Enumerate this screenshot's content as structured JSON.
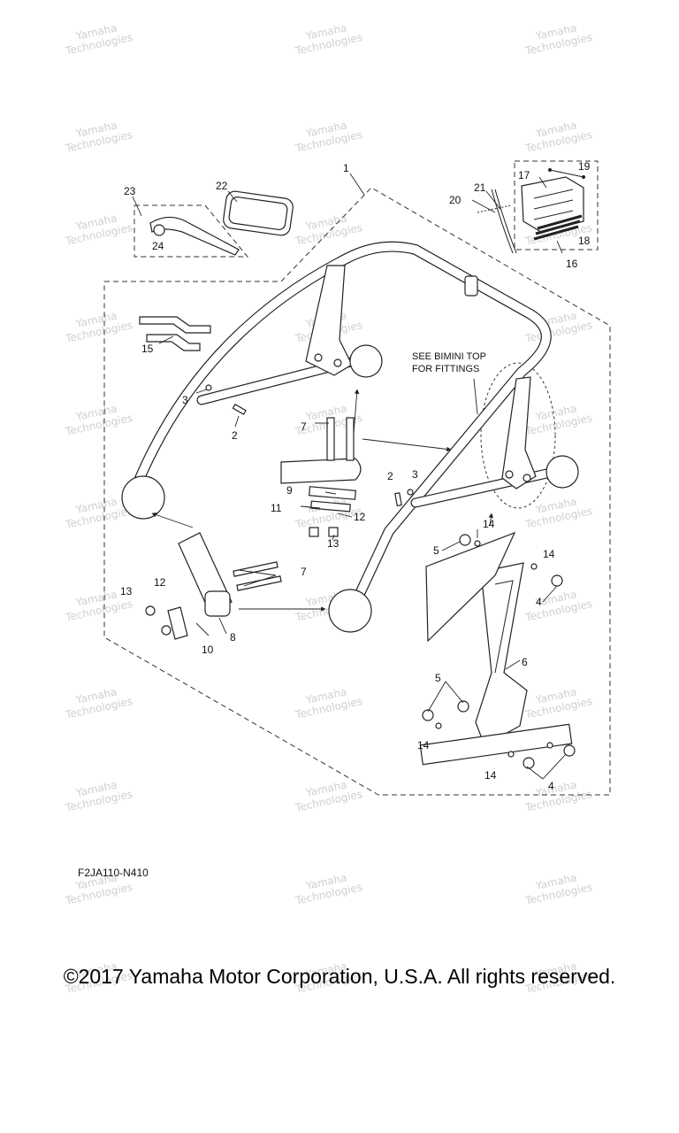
{
  "callouts": [
    {
      "id": "c1",
      "text": "1"
    },
    {
      "id": "c2a",
      "text": "2"
    },
    {
      "id": "c2b",
      "text": "2"
    },
    {
      "id": "c3a",
      "text": "3"
    },
    {
      "id": "c3b",
      "text": "3"
    },
    {
      "id": "c4a",
      "text": "4"
    },
    {
      "id": "c4b",
      "text": "4"
    },
    {
      "id": "c5a",
      "text": "5"
    },
    {
      "id": "c5b",
      "text": "5"
    },
    {
      "id": "c6",
      "text": "6"
    },
    {
      "id": "c7a",
      "text": "7"
    },
    {
      "id": "c7b",
      "text": "7"
    },
    {
      "id": "c8",
      "text": "8"
    },
    {
      "id": "c9",
      "text": "9"
    },
    {
      "id": "c10",
      "text": "10"
    },
    {
      "id": "c11",
      "text": "11"
    },
    {
      "id": "c12a",
      "text": "12"
    },
    {
      "id": "c12b",
      "text": "12"
    },
    {
      "id": "c13a",
      "text": "13"
    },
    {
      "id": "c13b",
      "text": "13"
    },
    {
      "id": "c14a",
      "text": "14"
    },
    {
      "id": "c14b",
      "text": "14"
    },
    {
      "id": "c14c",
      "text": "14"
    },
    {
      "id": "c14d",
      "text": "14"
    },
    {
      "id": "c15",
      "text": "15"
    },
    {
      "id": "c16",
      "text": "16"
    },
    {
      "id": "c17",
      "text": "17"
    },
    {
      "id": "c18",
      "text": "18"
    },
    {
      "id": "c19",
      "text": "19"
    },
    {
      "id": "c20",
      "text": "20"
    },
    {
      "id": "c21",
      "text": "21"
    },
    {
      "id": "c22",
      "text": "22"
    },
    {
      "id": "c23",
      "text": "23"
    },
    {
      "id": "c24",
      "text": "24"
    }
  ],
  "note": {
    "line1": "SEE BIMINI TOP",
    "line2": "FOR FITTINGS"
  },
  "diagram_code": "F2JA110-N410",
  "copyright": "©2017 Yamaha Motor Corporation, U.S.A. All rights reserved.",
  "watermark": {
    "line1": "Yamaha",
    "line2": "Technologies"
  }
}
